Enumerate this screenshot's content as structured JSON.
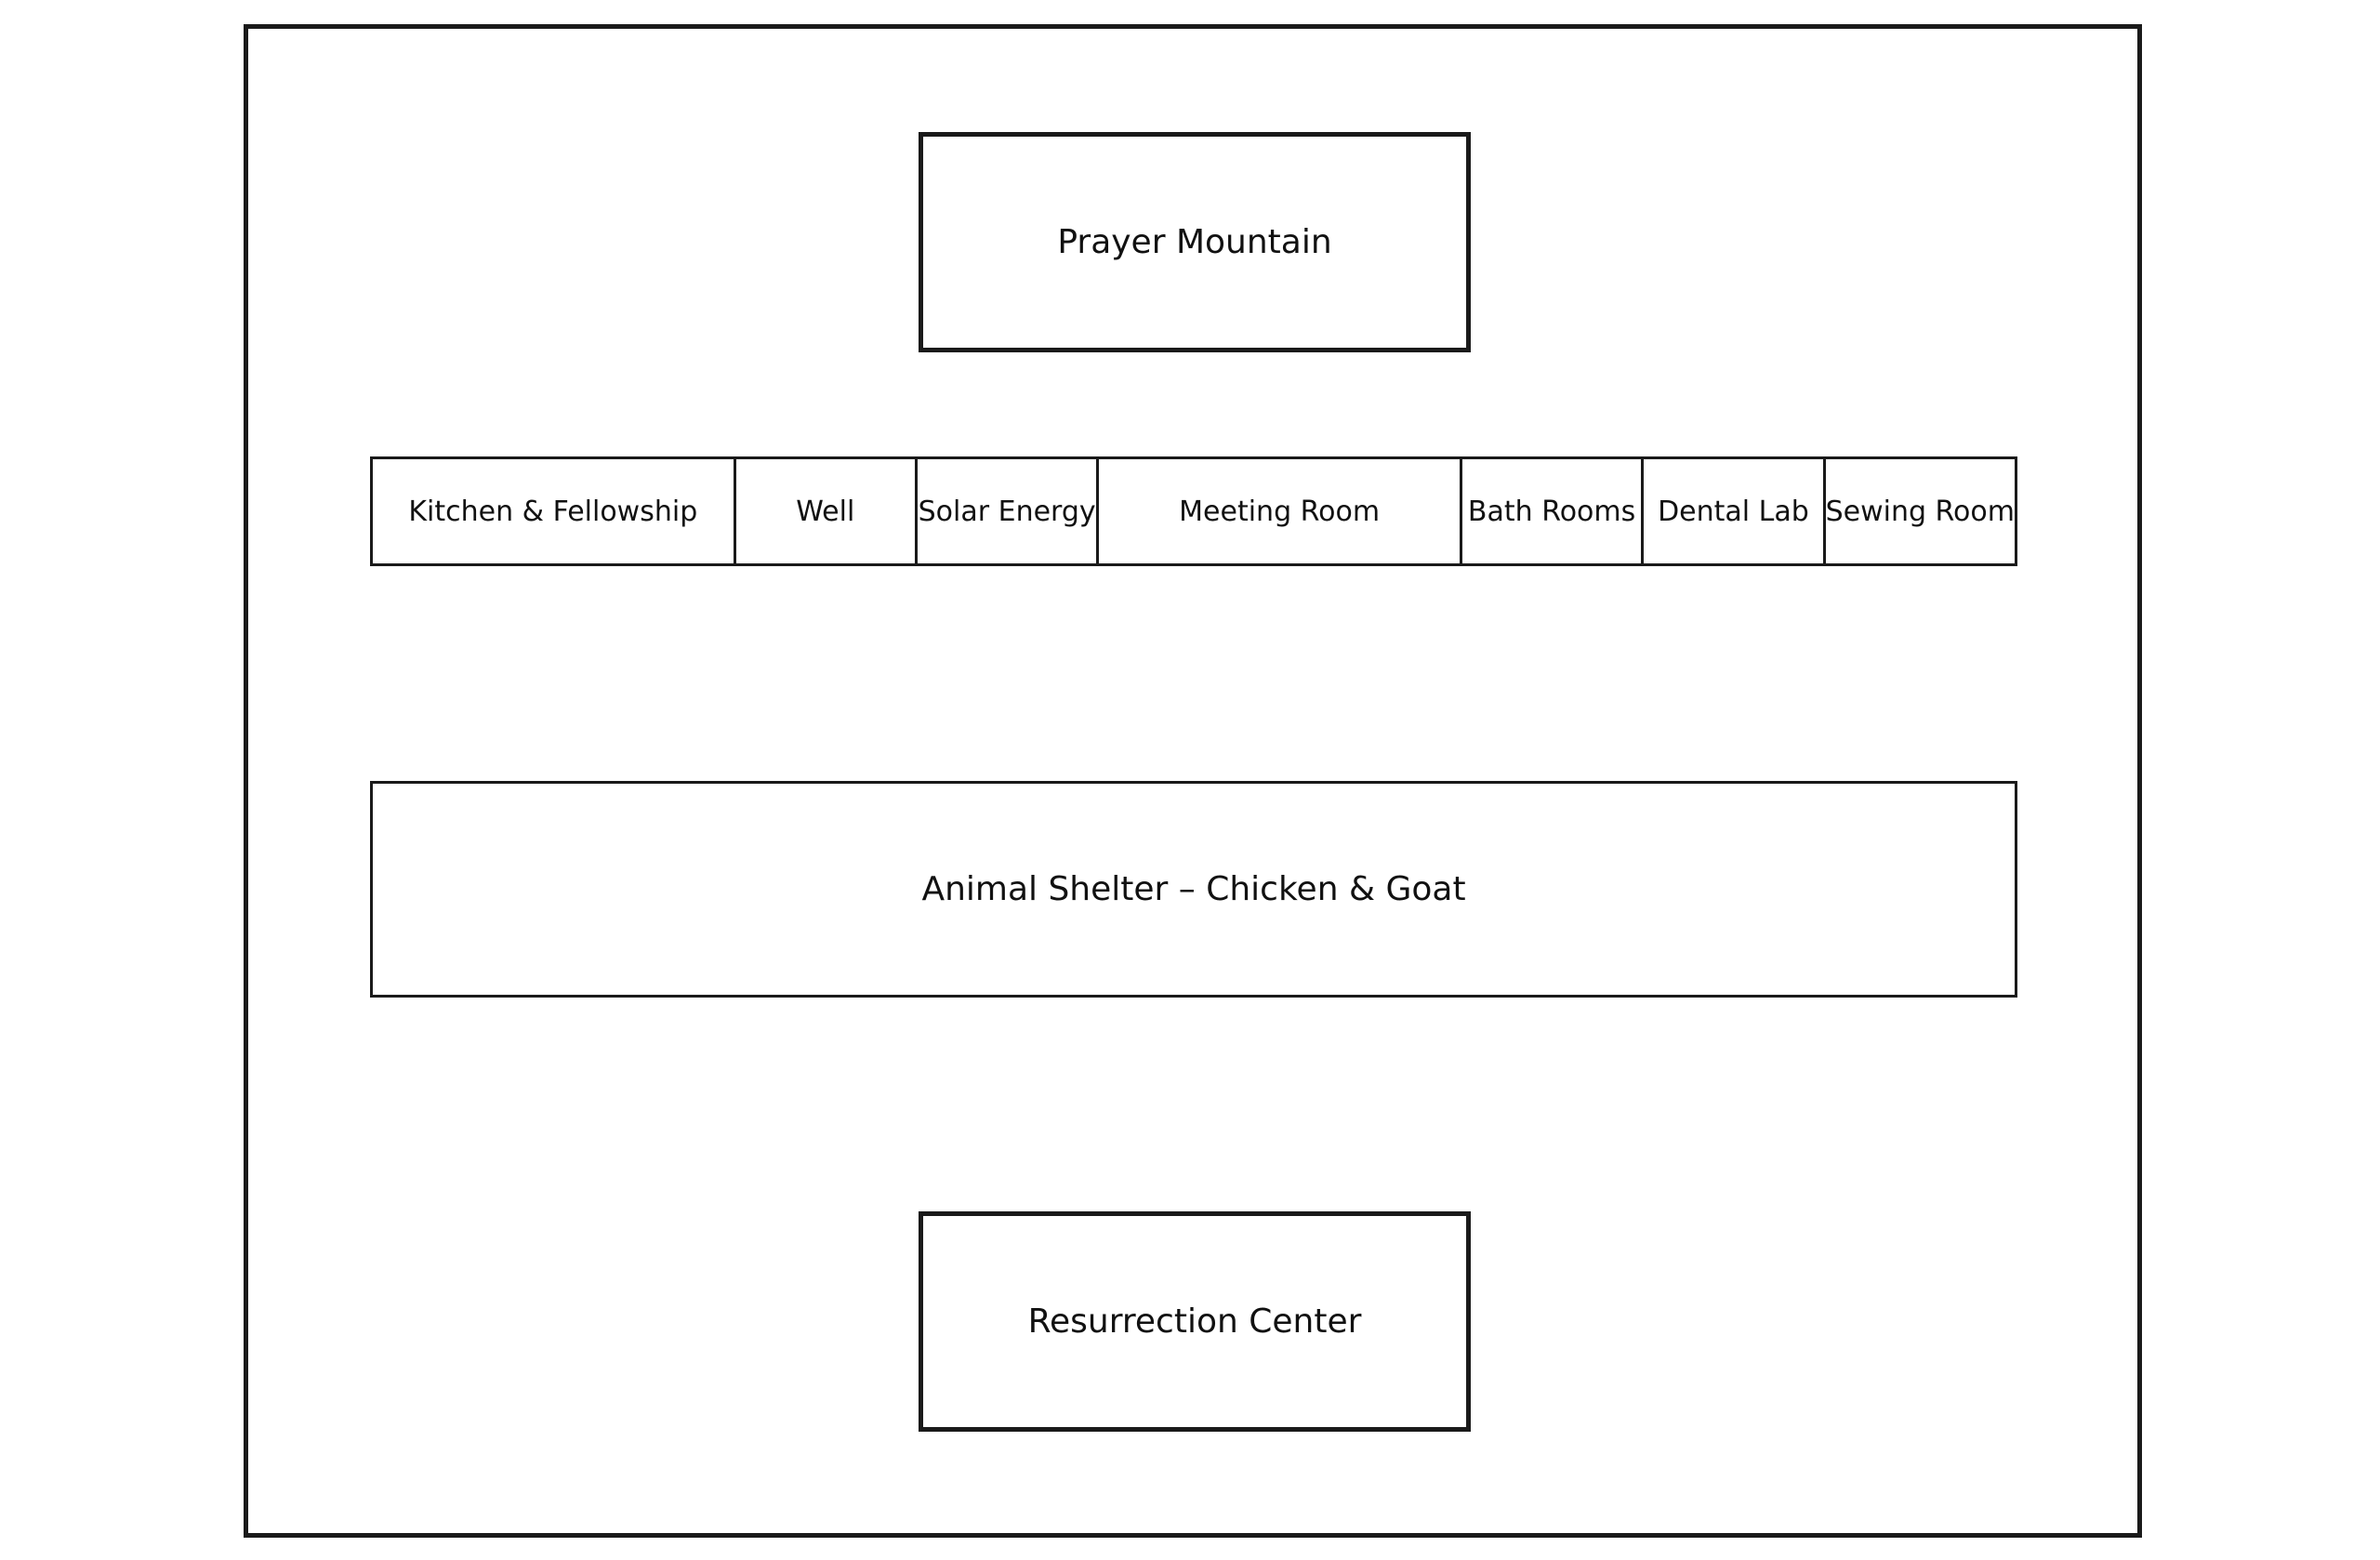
{
  "diagram": {
    "top_building": "Prayer Mountain",
    "facilities": [
      "Kitchen & Fellowship",
      "Well",
      "Solar Energy",
      "Meeting Room",
      "Bath Rooms",
      "Dental Lab",
      "Sewing Room"
    ],
    "animal_shelter": "Animal Shelter – Chicken & Goat",
    "bottom_building": "Resurrection Center"
  }
}
